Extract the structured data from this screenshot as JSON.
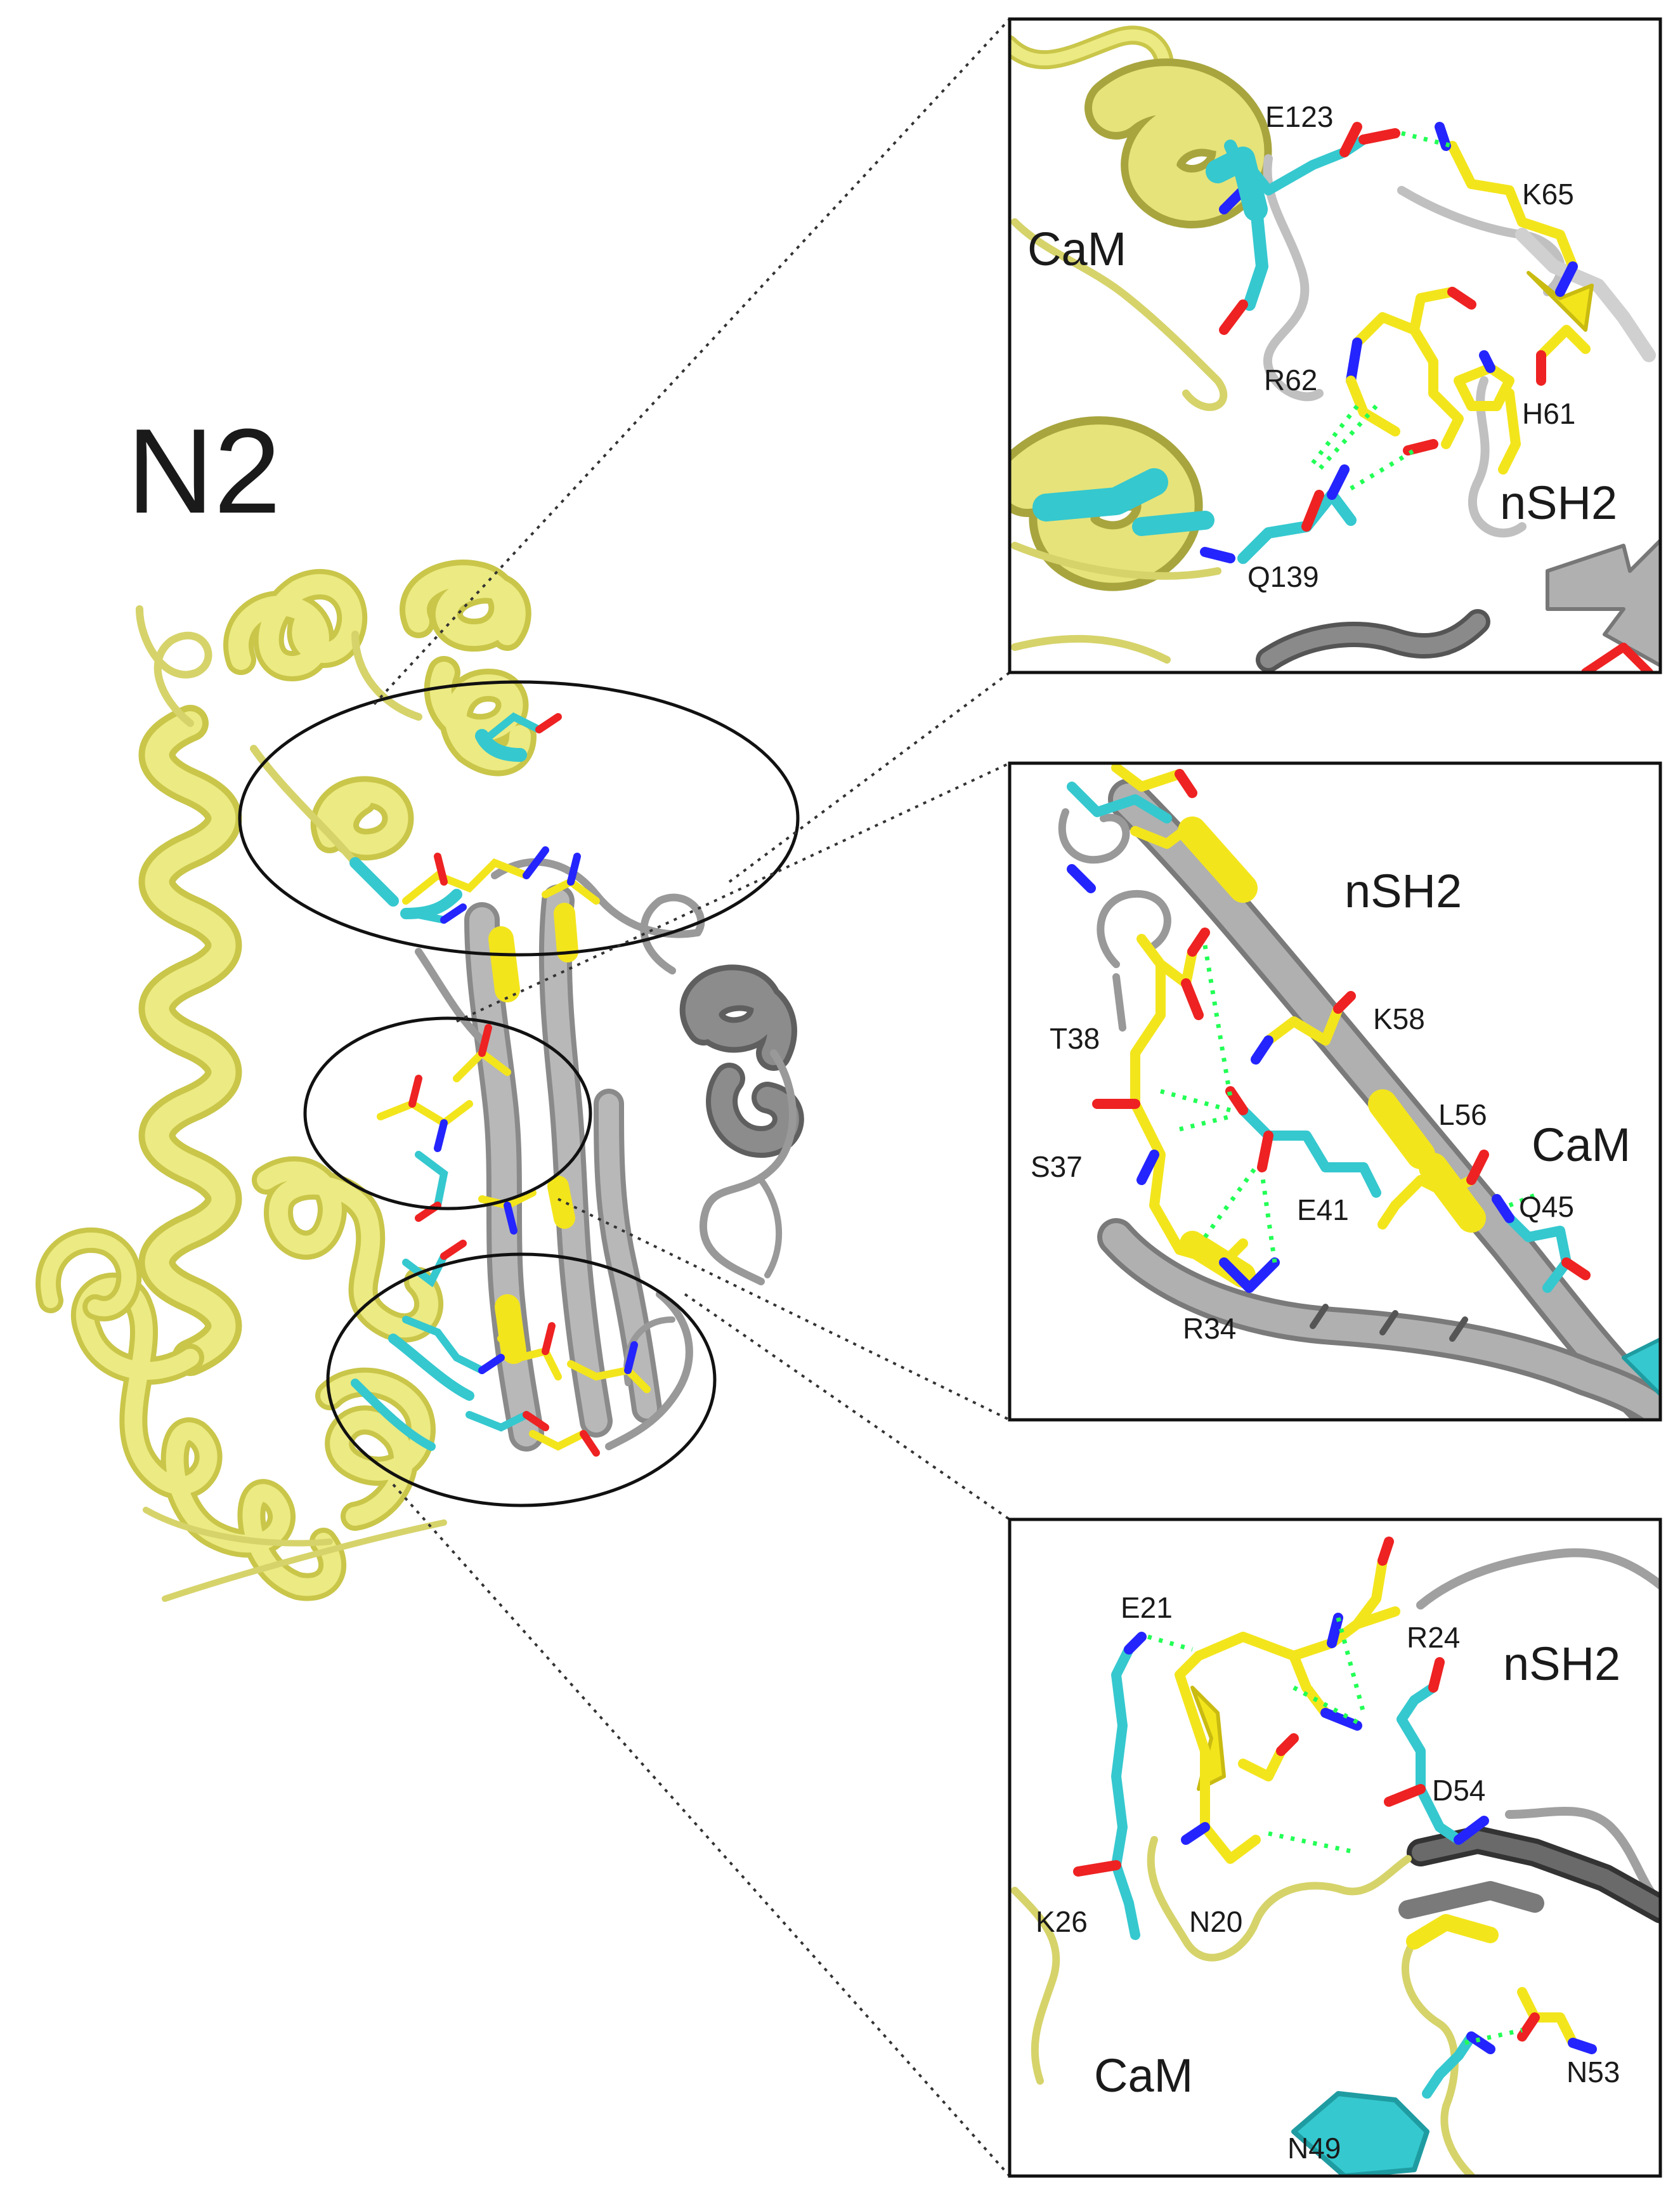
{
  "figure": {
    "panel_title": "N2",
    "colors": {
      "cam": "#ecea82",
      "cam_dark": "#c9c64a",
      "nsh2": "#a9a9a9",
      "nsh2_dark": "#6f6f6f",
      "interface_cam": "#35c8cf",
      "interface_nsh2": "#f3e51c",
      "nitrogen": "#2424ff",
      "oxygen": "#ee2222",
      "hbond": "#22ff55"
    },
    "insets": [
      {
        "labels": {
          "chain_a": "CaM",
          "chain_b": "nSH2",
          "residues": [
            "E123",
            "K65",
            "R62",
            "H61",
            "Q139"
          ]
        }
      },
      {
        "labels": {
          "chain_a": "nSH2",
          "chain_b": "CaM",
          "residues": [
            "K58",
            "T38",
            "L56",
            "S37",
            "E41",
            "Q45",
            "R34"
          ]
        }
      },
      {
        "labels": {
          "chain_a": "nSH2",
          "chain_b": "CaM",
          "residues": [
            "E21",
            "R24",
            "D54",
            "K26",
            "N20",
            "N53",
            "N49"
          ]
        }
      }
    ]
  }
}
